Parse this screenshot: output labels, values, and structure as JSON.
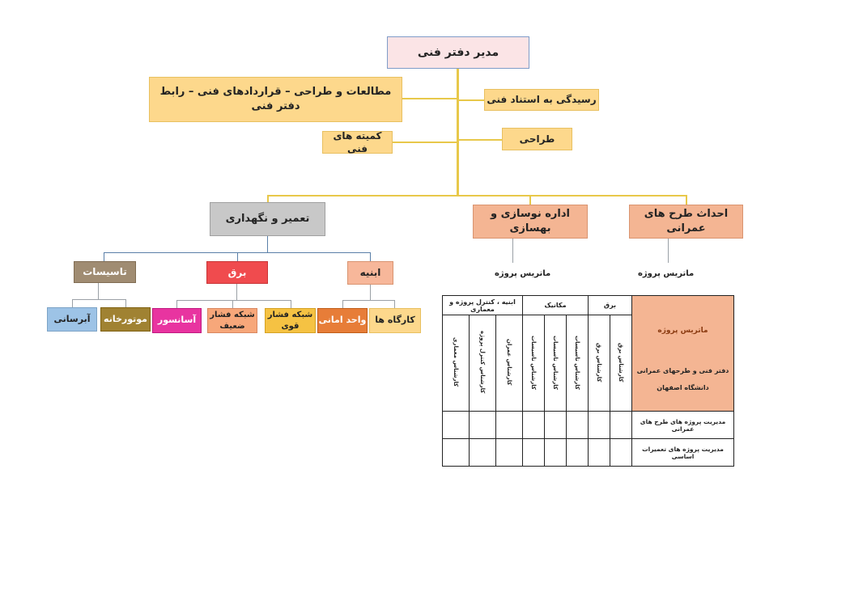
{
  "top": "مدیر دفتر فنی",
  "left_branch": {
    "studies": "مطالعات و طراحی – قراردادهای فنی – رابط دفتر فنی",
    "committees": "کمیته های فنی"
  },
  "right_branch": {
    "review": "رسیدگی به استناد فنی",
    "design": "طراحی"
  },
  "departments": {
    "maintenance": "تعمیر و نگهداری",
    "renovation": "اداره نوسازی و بهسازی",
    "construction": "احداث طرح های عمرانی"
  },
  "maintenance_groups": {
    "buildings": "ابنیه",
    "electric": "برق",
    "facilities": "تاسیسات"
  },
  "maintenance_units": {
    "workshops": "کارگاه ها",
    "safety": "واحد امانی",
    "high_voltage": "شبکه فشار قوی",
    "low_voltage": "شبکه فشار ضعیف",
    "elevator": "آسانسور",
    "engine_room": "موتورخانه",
    "irrigation": "آبرسانی"
  },
  "matrix_labels": {
    "renovation": "ماتریس پروژه",
    "construction": "ماتریس پروژه"
  },
  "matrix": {
    "corner_title": "ماتریس پروژه",
    "corner_sub1": "دفتر فنی و طرحهای عمرانی",
    "corner_sub2": "دانشگاه اصفهان",
    "groups": [
      "برق",
      "مکانیک",
      "ابنیه ، کنترل پروژه و معماری"
    ],
    "columns": [
      "کارشناس برق",
      "کارشناس برق",
      "کارشناس تاسیسات",
      "کارشناس تاسیسات",
      "کارشناس تاسیسات",
      "کارشناس عمران",
      "کارشناس کنترل پروژه",
      "کارشناس معماری"
    ],
    "rows": [
      "مدیریت پروژه های طرح های عمرانی",
      "مدیریت پروژه های تعمیرات اساسی"
    ]
  },
  "colors": {
    "top_box": "#fbe4e6",
    "yellow_box": "#fdd88c",
    "salmon_box": "#f4b593",
    "gray_box": "#c8c8c8",
    "matrix_corner": "#f4b593",
    "brown_box": "#a08c72",
    "red_box": "#f04b4e",
    "peach_box": "#f7b79a",
    "connector": "#e8c84a"
  }
}
